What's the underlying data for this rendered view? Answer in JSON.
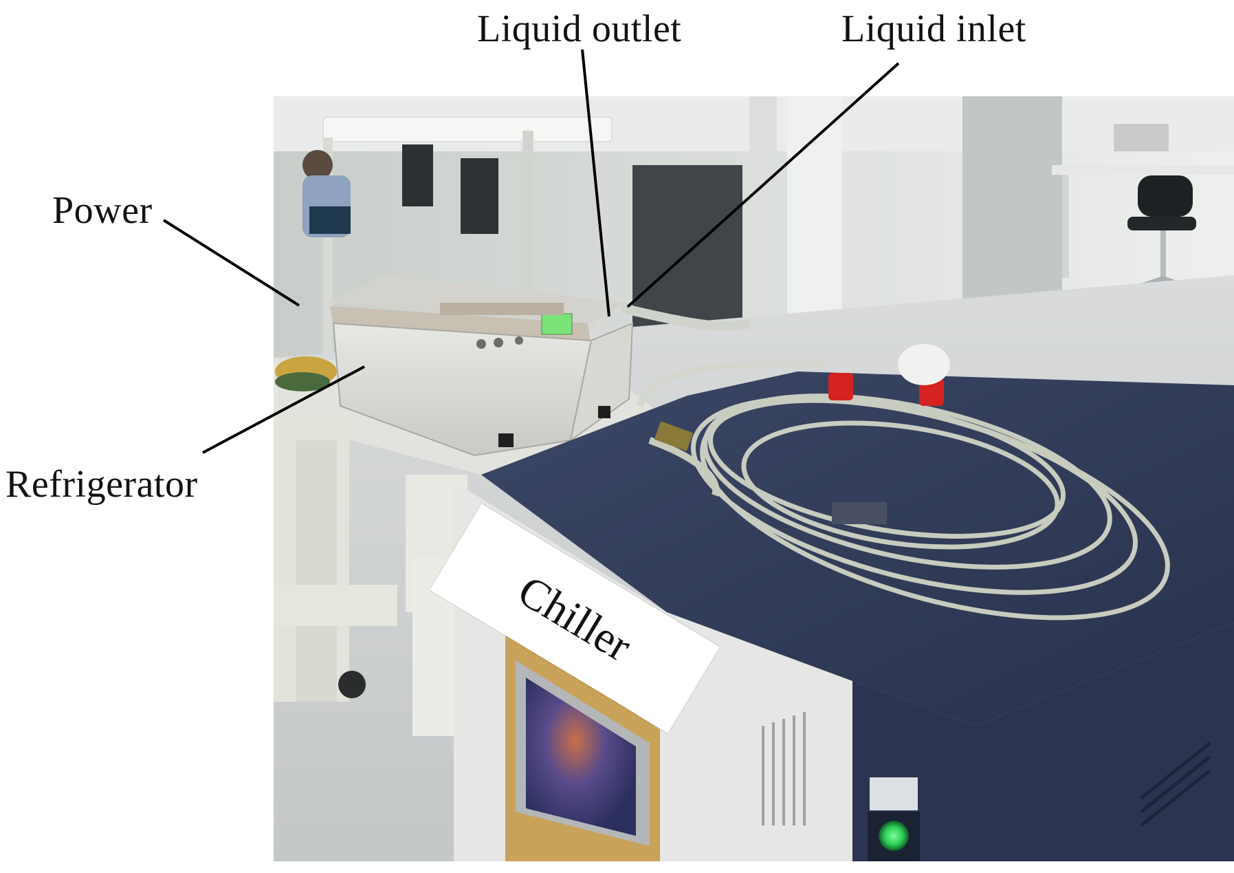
{
  "labels": {
    "power": "Power",
    "refrigerator": "Refrigerator",
    "liquid_outlet": "Liquid outlet",
    "liquid_inlet": "Liquid inlet",
    "chiller": "Chiller"
  },
  "colors": {
    "chiller_body": "#2f3a55",
    "chiller_panel": "#e6e7e4",
    "lab_floor": "#cfd2d3",
    "refrigerator_case": "#dcdcd8",
    "caps": "#d6231f",
    "button_glow": "#2ecc57"
  }
}
